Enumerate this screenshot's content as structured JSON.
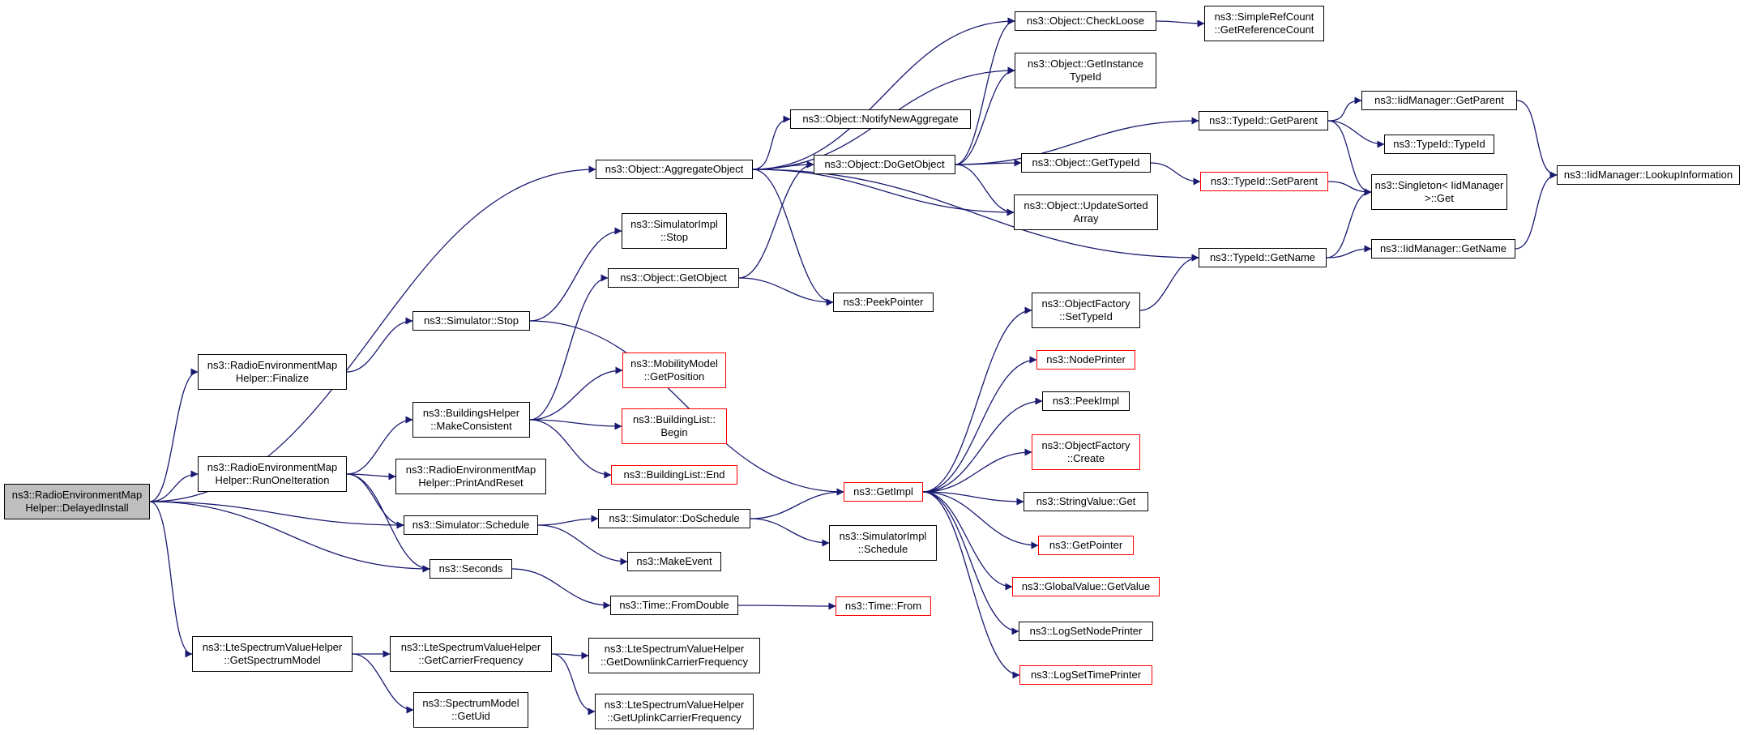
{
  "colors": {
    "edge": "#191970",
    "border": "#000000",
    "incomplete_border": "#ff0000",
    "root_fill": "#bfbfbf"
  },
  "nodes": {
    "root": {
      "line1": "ns3::RadioEnvironmentMap",
      "line2": "Helper::DelayedInstall"
    },
    "finalize": {
      "line1": "ns3::RadioEnvironmentMap",
      "line2": "Helper::Finalize"
    },
    "run_one_iteration": {
      "line1": "ns3::RadioEnvironmentMap",
      "line2": "Helper::RunOneIteration"
    },
    "get_spectrum_model": {
      "line1": "ns3::LteSpectrumValueHelper",
      "line2": "::GetSpectrumModel"
    },
    "aggregate_object": {
      "line1": "ns3::Object::AggregateObject"
    },
    "simulator_stop": {
      "line1": "ns3::Simulator::Stop"
    },
    "make_consistent": {
      "line1": "ns3::BuildingsHelper",
      "line2": "::MakeConsistent"
    },
    "print_and_reset": {
      "line1": "ns3::RadioEnvironmentMap",
      "line2": "Helper::PrintAndReset"
    },
    "simulator_schedule": {
      "line1": "ns3::Simulator::Schedule"
    },
    "seconds": {
      "line1": "ns3::Seconds"
    },
    "get_carrier_frequency": {
      "line1": "ns3::LteSpectrumValueHelper",
      "line2": "::GetCarrierFrequency"
    },
    "spectrum_get_uid": {
      "line1": "ns3::SpectrumModel",
      "line2": "::GetUid"
    },
    "notify_new_aggregate": {
      "line1": "ns3::Object::NotifyNewAggregate"
    },
    "do_get_object": {
      "line1": "ns3::Object::DoGetObject"
    },
    "simulatorimpl_stop": {
      "line1": "ns3::SimulatorImpl",
      "line2": "::Stop"
    },
    "get_object": {
      "line1": "ns3::Object::GetObject"
    },
    "mobility_get_position": {
      "line1": "ns3::MobilityModel",
      "line2": "::GetPosition"
    },
    "buildinglist_begin": {
      "line1": "ns3::BuildingList::",
      "line2": "Begin"
    },
    "buildinglist_end": {
      "line1": "ns3::BuildingList::End"
    },
    "do_schedule": {
      "line1": "ns3::Simulator::DoSchedule"
    },
    "make_event": {
      "line1": "ns3::MakeEvent"
    },
    "time_from_double": {
      "line1": "ns3::Time::FromDouble"
    },
    "get_downlink_freq": {
      "line1": "ns3::LteSpectrumValueHelper",
      "line2": "::GetDownlinkCarrierFrequency"
    },
    "get_uplink_freq": {
      "line1": "ns3::LteSpectrumValueHelper",
      "line2": "::GetUplinkCarrierFrequency"
    },
    "peek_pointer": {
      "line1": "ns3::PeekPointer"
    },
    "get_impl": {
      "line1": "ns3::GetImpl"
    },
    "simulatorimpl_schedule": {
      "line1": "ns3::SimulatorImpl",
      "line2": "::Schedule"
    },
    "time_from": {
      "line1": "ns3::Time::From"
    },
    "check_loose": {
      "line1": "ns3::Object::CheckLoose"
    },
    "get_instance_typeid": {
      "line1": "ns3::Object::GetInstance",
      "line2": "TypeId"
    },
    "object_get_typeid": {
      "line1": "ns3::Object::GetTypeId"
    },
    "update_sorted_array": {
      "line1": "ns3::Object::UpdateSorted",
      "line2": "Array"
    },
    "objectfactory_settypeid": {
      "line1": "ns3::ObjectFactory",
      "line2": "::SetTypeId"
    },
    "node_printer": {
      "line1": "ns3::NodePrinter"
    },
    "peek_impl": {
      "line1": "ns3::PeekImpl"
    },
    "objectfactory_create": {
      "line1": "ns3::ObjectFactory",
      "line2": "::Create"
    },
    "stringvalue_get": {
      "line1": "ns3::StringValue::Get"
    },
    "get_pointer": {
      "line1": "ns3::GetPointer"
    },
    "globalvalue_getvalue": {
      "line1": "ns3::GlobalValue::GetValue"
    },
    "log_set_node_printer": {
      "line1": "ns3::LogSetNodePrinter"
    },
    "log_set_time_printer": {
      "line1": "ns3::LogSetTimePrinter"
    },
    "simplerefcount_get": {
      "line1": "ns3::SimpleRefCount",
      "line2": "::GetReferenceCount"
    },
    "typeid_get_parent": {
      "line1": "ns3::TypeId::GetParent"
    },
    "typeid_set_parent": {
      "line1": "ns3::TypeId::SetParent"
    },
    "typeid_get_name": {
      "line1": "ns3::TypeId::GetName"
    },
    "iidmanager_get_parent": {
      "line1": "ns3::IidManager::GetParent"
    },
    "typeid_typeid": {
      "line1": "ns3::TypeId::TypeId"
    },
    "singleton_get": {
      "line1": "ns3::Singleton< IidManager",
      "line2": ">::Get"
    },
    "iidmanager_get_name": {
      "line1": "ns3::IidManager::GetName"
    },
    "iidmanager_lookup": {
      "line1": "ns3::IidManager::LookupInformation"
    }
  },
  "edges": [
    [
      "root",
      "aggregate_object"
    ],
    [
      "root",
      "finalize"
    ],
    [
      "root",
      "run_one_iteration"
    ],
    [
      "root",
      "simulator_schedule"
    ],
    [
      "root",
      "seconds"
    ],
    [
      "root",
      "get_spectrum_model"
    ],
    [
      "finalize",
      "simulator_stop"
    ],
    [
      "run_one_iteration",
      "make_consistent"
    ],
    [
      "run_one_iteration",
      "print_and_reset"
    ],
    [
      "run_one_iteration",
      "simulator_schedule"
    ],
    [
      "run_one_iteration",
      "seconds"
    ],
    [
      "get_spectrum_model",
      "get_carrier_frequency"
    ],
    [
      "get_spectrum_model",
      "spectrum_get_uid"
    ],
    [
      "aggregate_object",
      "check_loose"
    ],
    [
      "aggregate_object",
      "get_instance_typeid"
    ],
    [
      "aggregate_object",
      "notify_new_aggregate"
    ],
    [
      "aggregate_object",
      "do_get_object"
    ],
    [
      "aggregate_object",
      "update_sorted_array"
    ],
    [
      "aggregate_object",
      "typeid_get_name"
    ],
    [
      "aggregate_object",
      "peek_pointer"
    ],
    [
      "simulator_stop",
      "simulatorimpl_stop"
    ],
    [
      "simulator_stop",
      "get_impl"
    ],
    [
      "make_consistent",
      "get_object"
    ],
    [
      "make_consistent",
      "mobility_get_position"
    ],
    [
      "make_consistent",
      "buildinglist_begin"
    ],
    [
      "make_consistent",
      "buildinglist_end"
    ],
    [
      "simulator_schedule",
      "do_schedule"
    ],
    [
      "simulator_schedule",
      "make_event"
    ],
    [
      "seconds",
      "time_from_double"
    ],
    [
      "get_carrier_frequency",
      "get_downlink_freq"
    ],
    [
      "get_carrier_frequency",
      "get_uplink_freq"
    ],
    [
      "do_get_object",
      "check_loose"
    ],
    [
      "do_get_object",
      "get_instance_typeid"
    ],
    [
      "do_get_object",
      "typeid_get_parent"
    ],
    [
      "do_get_object",
      "object_get_typeid"
    ],
    [
      "do_get_object",
      "update_sorted_array"
    ],
    [
      "get_object",
      "do_get_object"
    ],
    [
      "get_object",
      "peek_pointer"
    ],
    [
      "do_schedule",
      "get_impl"
    ],
    [
      "do_schedule",
      "simulatorimpl_schedule"
    ],
    [
      "time_from_double",
      "time_from"
    ],
    [
      "get_impl",
      "objectfactory_settypeid"
    ],
    [
      "get_impl",
      "node_printer"
    ],
    [
      "get_impl",
      "peek_impl"
    ],
    [
      "get_impl",
      "objectfactory_create"
    ],
    [
      "get_impl",
      "stringvalue_get"
    ],
    [
      "get_impl",
      "get_pointer"
    ],
    [
      "get_impl",
      "globalvalue_getvalue"
    ],
    [
      "get_impl",
      "log_set_node_printer"
    ],
    [
      "get_impl",
      "log_set_time_printer"
    ],
    [
      "check_loose",
      "simplerefcount_get"
    ],
    [
      "object_get_typeid",
      "typeid_set_parent"
    ],
    [
      "objectfactory_settypeid",
      "typeid_get_name"
    ],
    [
      "typeid_get_parent",
      "iidmanager_get_parent"
    ],
    [
      "typeid_get_parent",
      "typeid_typeid"
    ],
    [
      "typeid_get_parent",
      "singleton_get"
    ],
    [
      "typeid_set_parent",
      "singleton_get"
    ],
    [
      "typeid_get_name",
      "singleton_get"
    ],
    [
      "typeid_get_name",
      "iidmanager_get_name"
    ],
    [
      "iidmanager_get_parent",
      "iidmanager_lookup"
    ],
    [
      "iidmanager_get_name",
      "iidmanager_lookup"
    ]
  ]
}
